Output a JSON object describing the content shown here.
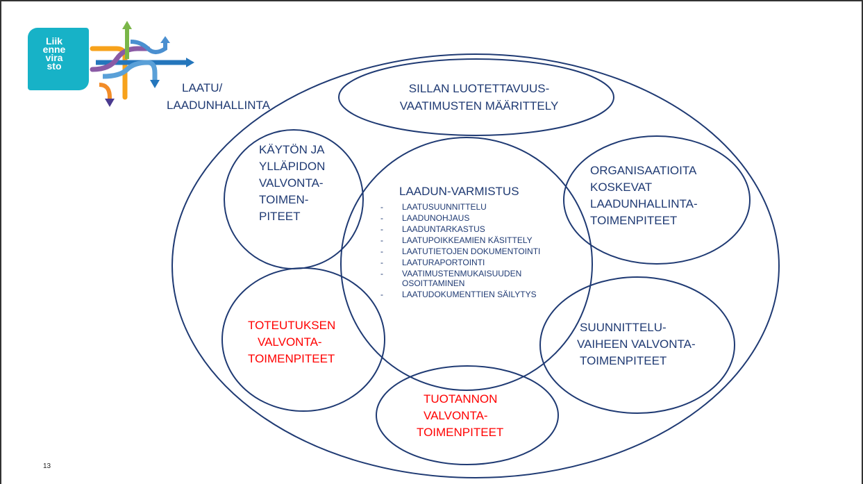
{
  "logo": {
    "text": "Liik\nenne\nvira\nsto"
  },
  "title": {
    "line1": "LAATU/",
    "line2": "LAADUNHALLINTA"
  },
  "nodes": {
    "sillan": {
      "line1": "SILLAN LUOTETTAVUUS-",
      "line2": "VAATIMUSTEN MÄÄRITTELY",
      "color": "#1f3a73"
    },
    "kayton": {
      "line1": "KÄYTÖN JA",
      "line2": "YLLÄPIDON",
      "line3": "VALVONTA-",
      "line4": "TOIMEN-",
      "line5": "PITEET",
      "color": "#1f3a73"
    },
    "organisaatioita": {
      "line1": "ORGANISAATIOITA",
      "line2": "KOSKEVAT",
      "line3": "LAADUNHALLINTA-",
      "line4": "TOIMENPITEET",
      "color": "#1f3a73"
    },
    "toteutuksen": {
      "line1": "TOTEUTUKSEN",
      "line2": "VALVONTA-",
      "line3": "TOIMENPITEET",
      "color": "#ff0000"
    },
    "suunnittelu": {
      "line1": "SUUNNITTELU-",
      "line2": "VAIHEEN VALVONTA-",
      "line3": "TOIMENPITEET",
      "color": "#1f3a73"
    },
    "tuotannon": {
      "line1": "TUOTANNON",
      "line2": "VALVONTA-",
      "line3": "TOIMENPITEET",
      "color": "#ff0000"
    }
  },
  "center": {
    "title": "LAADUN-VARMISTUS",
    "bullet_dash": "-",
    "items": [
      "LAATUSUUNNITTELU",
      "LAADUNOHJAUS",
      "LAADUNTARKASTUS",
      "LAATUPOIKKEAMIEN KÄSITTELY",
      "LAATUTIETOJEN DOKUMENTOINTI",
      "LAATURAPORTOINTI",
      "VAATIMUSTENMUKAISUUDEN OSOITTAMINEN",
      "LAATUDOKUMENTTIEN SÄILYTYS"
    ]
  },
  "page_number": "13",
  "colors": {
    "outline": "#1f3a73",
    "text_blue": "#1f3a73",
    "text_red": "#ff0000",
    "logo": "#17b2c7"
  }
}
